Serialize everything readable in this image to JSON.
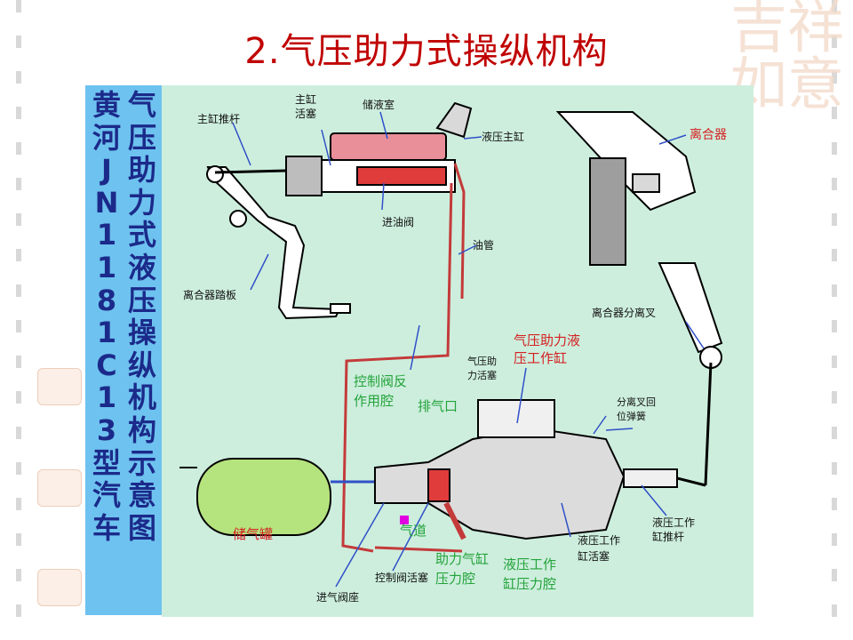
{
  "title": "2.气压助力式操纵机构",
  "sidebar": {
    "col_a": [
      "黄",
      "河",
      "J",
      "N",
      "1",
      "1",
      "8",
      "1",
      "C",
      "1",
      "3",
      "型",
      "汽",
      "车"
    ],
    "col_b": [
      "气",
      "压",
      "助",
      "力",
      "式",
      "液",
      "压",
      "操",
      "纵",
      "机",
      "构",
      "示",
      "意",
      "图"
    ]
  },
  "labels": {
    "master_push_rod": "主缸推杆",
    "master_piston_l1": "主缸",
    "master_piston_l2": "活塞",
    "reservoir": "储液室",
    "master_cylinder": "液压主缸",
    "clutch": "离合器",
    "inlet_valve": "进油阀",
    "oil_pipe": "油管",
    "clutch_pedal": "离合器踏板",
    "release_fork": "离合器分离叉",
    "booster_cyl_l1": "气压助力液",
    "booster_cyl_l2": "压工作缸",
    "booster_piston_l1": "气压助",
    "booster_piston_l2": "力活塞",
    "ctrl_valve_chamber_l1": "控制阀反",
    "ctrl_valve_chamber_l2": "作用腔",
    "exhaust_port": "排气口",
    "fork_spring_l1": "分离叉回",
    "fork_spring_l2": "位弹簧",
    "air_tank": "储气罐",
    "air_passage": "气道",
    "hyd_push_rod_l1": "液压工作",
    "hyd_push_rod_l2": "缸推杆",
    "hyd_piston_l1": "液压工作",
    "hyd_piston_l2": "缸活塞",
    "booster_pressure_l1": "助力气缸",
    "booster_pressure_l2": "压力腔",
    "hyd_pressure_l1": "液压工作",
    "hyd_pressure_l2": "缸压力腔",
    "ctrl_valve_piston": "控制阀活塞",
    "inlet_valve_seat": "进气阀座"
  },
  "watermark": "吉祥如意",
  "colors": {
    "title": "#c00000",
    "sidebar_bg": "#6ec2ef",
    "sidebar_text": "#1b2a8a",
    "diagram_bg": "#cdeedd",
    "red_label": "#d42020",
    "green_label": "#23a33a",
    "line_blue": "#3050c8"
  }
}
